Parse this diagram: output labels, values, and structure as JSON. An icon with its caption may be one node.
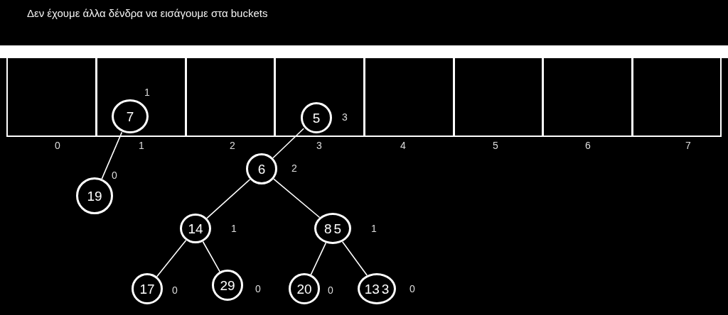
{
  "diagram": {
    "title": "Δεν έχουμε άλλα δένδρα να εισάγουμε στα buckets",
    "nodes": [
      {
        "text": [
          "0"
        ]
      },
      {
        "text": [
          "1"
        ]
      },
      {
        "text": [
          "2"
        ]
      },
      {
        "text": [
          "3"
        ]
      },
      {
        "text": [
          "4"
        ]
      },
      {
        "text": [
          "5"
        ]
      },
      {
        "text": [
          "6"
        ]
      },
      {
        "text": [
          "7"
        ]
      },
      {
        "text": [
          "7"
        ],
        "in": 1,
        "beside": [
          "1"
        ]
      },
      {
        "text": [
          "19"
        ],
        "beside": [
          "0"
        ]
      },
      {
        "text": [
          "5"
        ],
        "in": 3,
        "beside": [
          "3"
        ]
      },
      {
        "text": [
          "6"
        ],
        "beside": [
          "2"
        ]
      },
      {
        "text": [
          "14"
        ],
        "beside": [
          "1"
        ]
      },
      {
        "text": [
          "8",
          "5"
        ],
        "beside": [
          "1"
        ]
      },
      {
        "text": [
          "17"
        ],
        "beside": [
          "0"
        ]
      },
      {
        "text": [
          "29"
        ],
        "beside": [
          "0"
        ]
      },
      {
        "text": [
          "20"
        ],
        "beside": [
          "0"
        ]
      },
      {
        "text": [
          "13",
          "3"
        ],
        "beside": [
          "0"
        ]
      }
    ],
    "edges": [
      {
        "from": 8,
        "to": 9,
        "arrow": "none"
      },
      {
        "from": 10,
        "to": 11,
        "arrow": "none"
      },
      {
        "from": 11,
        "to": 12,
        "arrow": "none"
      },
      {
        "from": 11,
        "to": 13,
        "arrow": "none"
      },
      {
        "from": 12,
        "to": 14,
        "arrow": "none"
      },
      {
        "from": 12,
        "to": 15,
        "arrow": "none"
      },
      {
        "from": 13,
        "to": 16,
        "arrow": "none"
      },
      {
        "from": 13,
        "to": 17,
        "arrow": "none"
      }
    ]
  }
}
